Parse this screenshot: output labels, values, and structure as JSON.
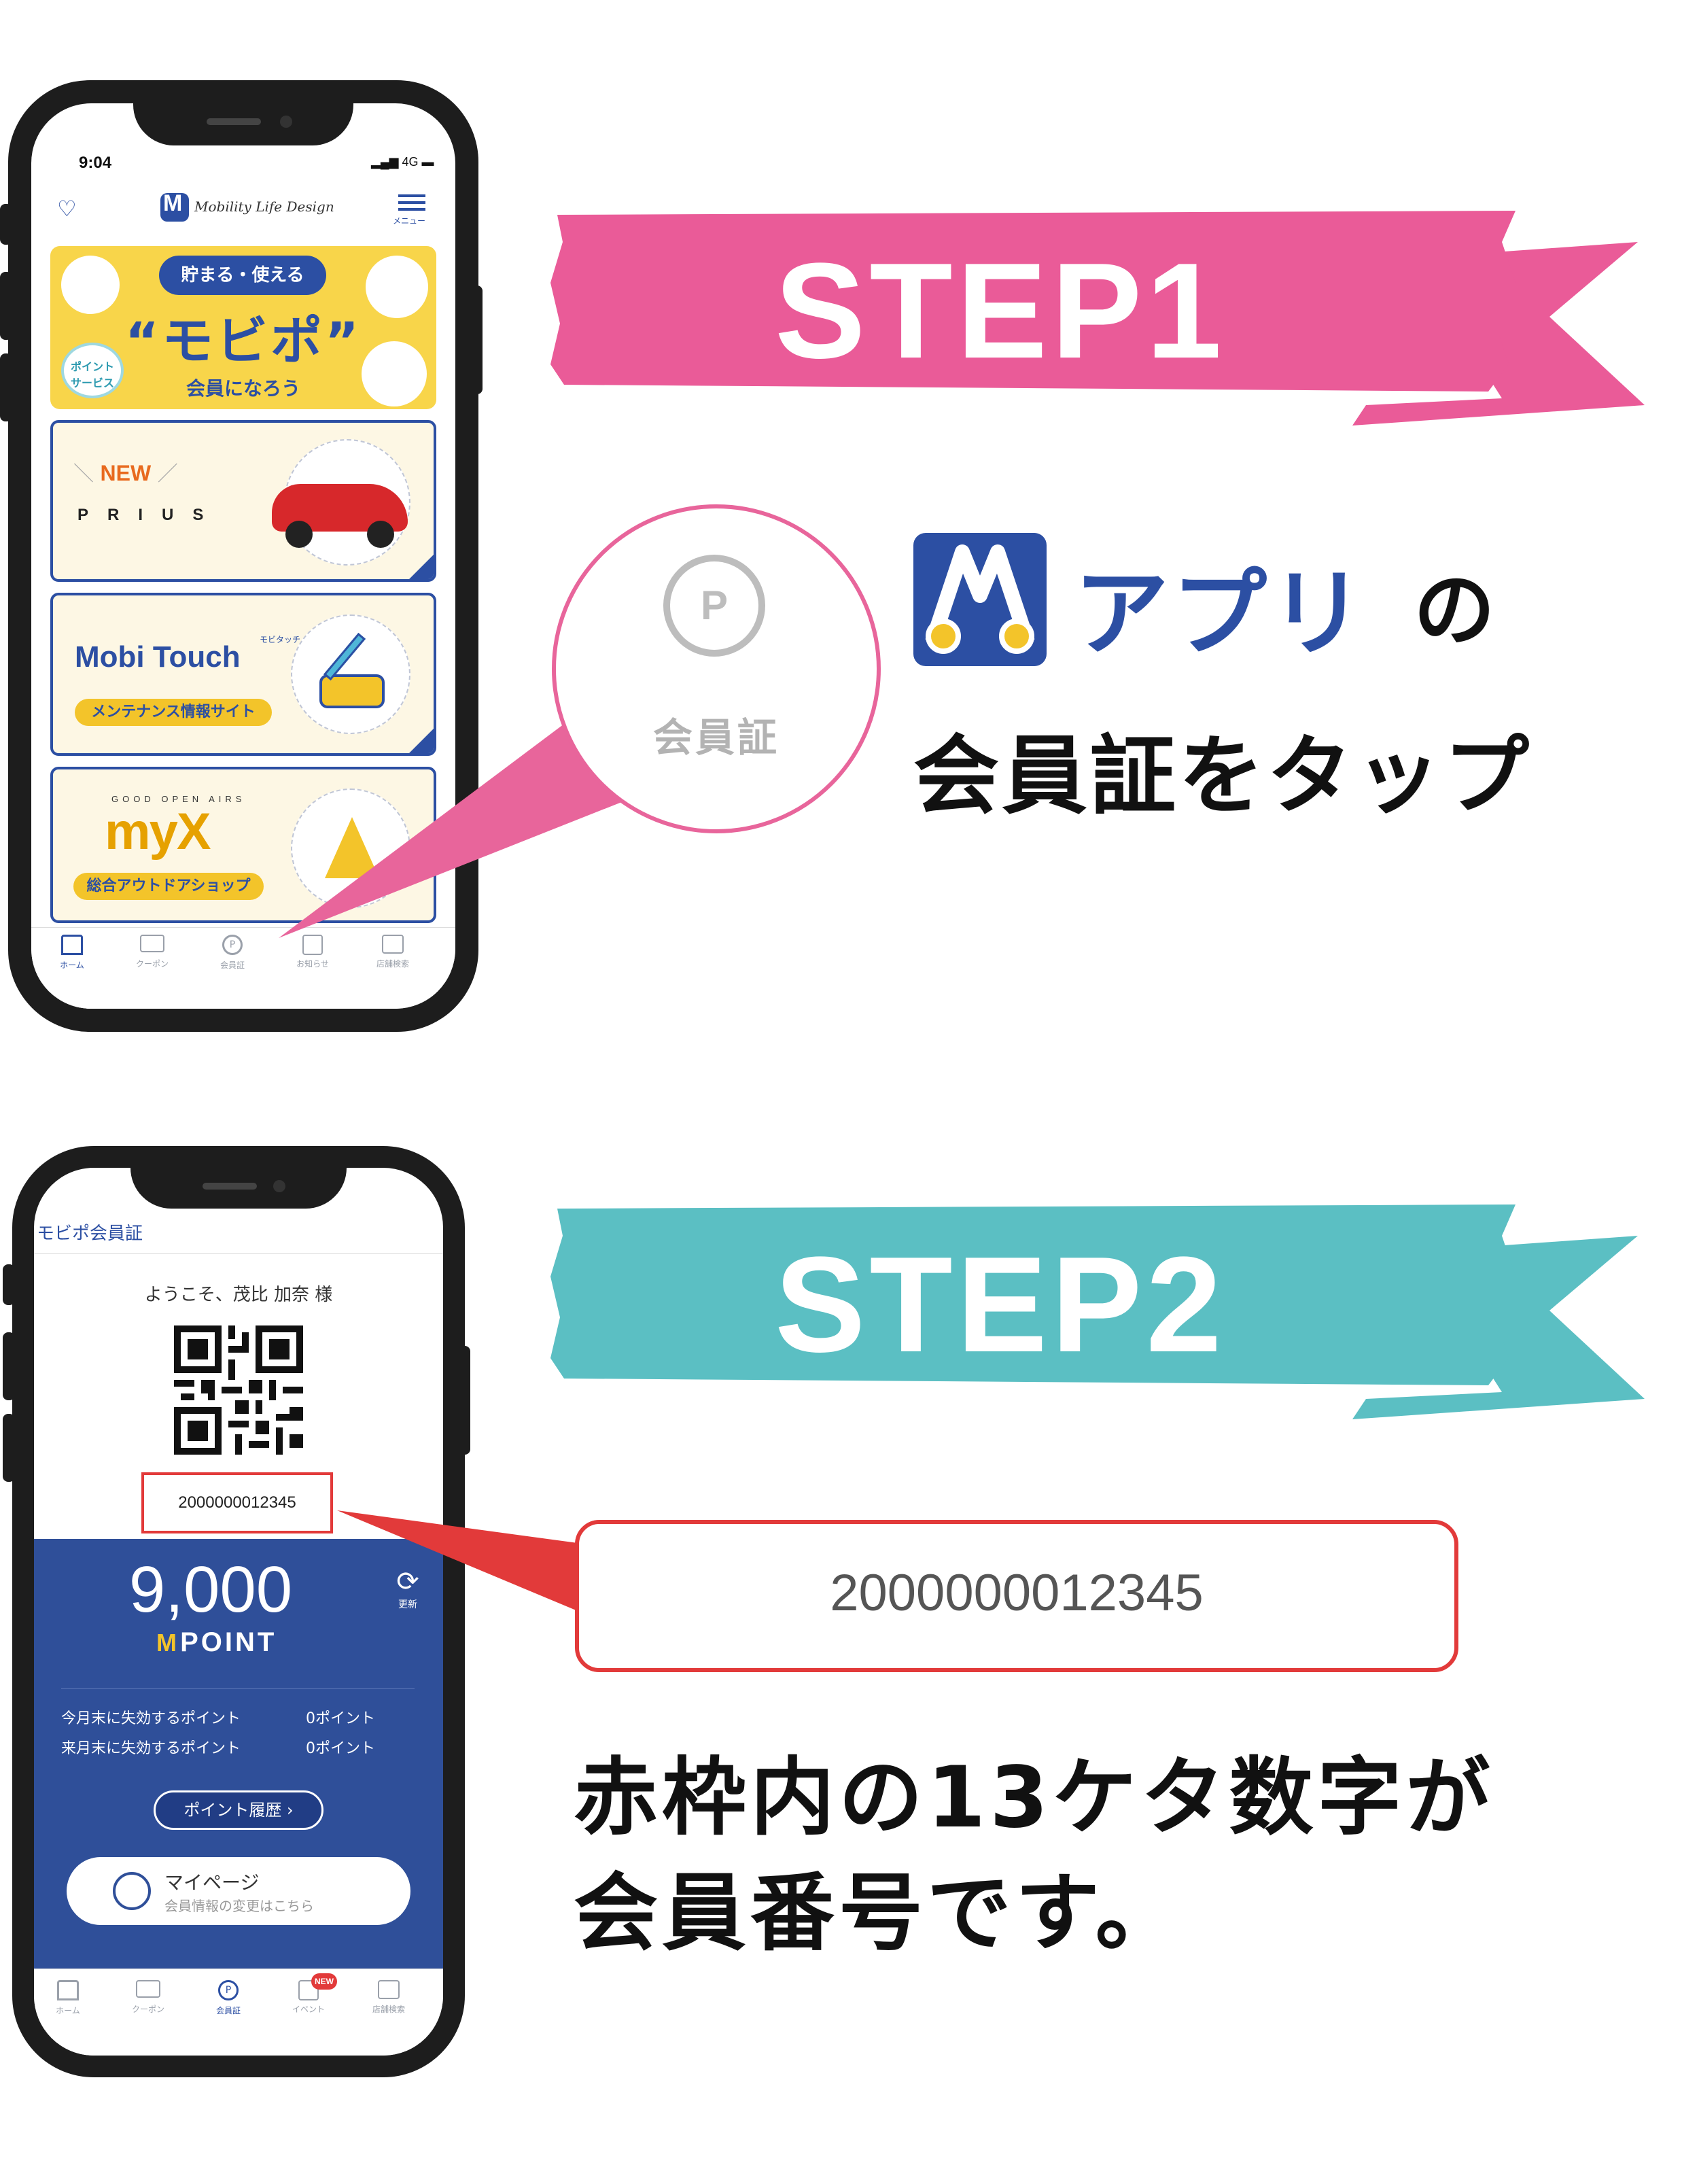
{
  "step1": {
    "banner_label": "STEP1",
    "banner_color": "#ea5b98",
    "phone": {
      "status_time": "9:04",
      "status_signal": "4G",
      "logo_text": "Mobility Life Design",
      "menu_label": "メニュー",
      "promo": {
        "pill": "貯まる・使える",
        "headline": "“モビポ”",
        "sub": "会員になろう",
        "bubble": "ポイント サービス"
      },
      "cards": [
        {
          "label": "NEW",
          "brand": "PRIUS"
        },
        {
          "label": "Mobi Touch",
          "ruby": "モビタッチ",
          "tag": "メンテナンス情報サイト"
        },
        {
          "label": "myX",
          "top": "GOOD OPEN AIRS",
          "tag": "総合アウトドアショップ"
        }
      ],
      "tabs": [
        "ホーム",
        "クーポン",
        "会員証",
        "お知らせ",
        "店舗検索"
      ]
    },
    "zoom_label": "会員証",
    "zoom_icon": "P",
    "headline_app": "アプリ",
    "headline_no": "の",
    "headline_line2": "会員証をタップ"
  },
  "step2": {
    "banner_label": "STEP2",
    "banner_color": "#5bbfc3",
    "phone": {
      "screen_title": "モビポ会員証",
      "welcome": "ようこそ、茂比 加奈 様",
      "member_number": "2000000012345",
      "points": "9,000",
      "point_unit": "POINT",
      "refresh_label": "更新",
      "expire_rows": [
        {
          "label": "今月末に失効するポイント",
          "value": "0ポイント"
        },
        {
          "label": "来月末に失効するポイント",
          "value": "0ポイント"
        }
      ],
      "history_button": "ポイント履歴 ›",
      "mypage_title": "マイページ",
      "mypage_sub": "会員情報の変更はこちら",
      "tabs": [
        "ホーム",
        "クーポン",
        "会員証",
        "イベント",
        "店舗検索"
      ],
      "new_badge": "NEW"
    },
    "member_box_number": "2000000012345",
    "caption_line1": "赤枠内の13ケタ数字が",
    "caption_line2": "会員番号です。"
  },
  "colors": {
    "brand_blue": "#2c4fa3",
    "highlight_red": "#e23a3a",
    "pink": "#ea5b98",
    "teal": "#5bbfc3"
  }
}
